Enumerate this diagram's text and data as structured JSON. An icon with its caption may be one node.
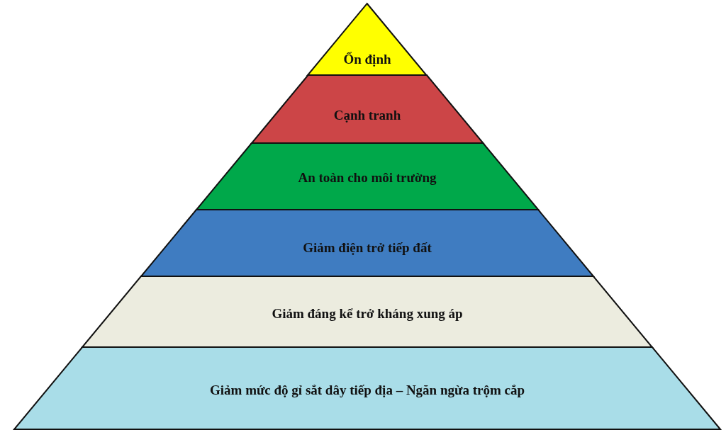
{
  "diagram": {
    "nodes": [
      {
        "text": [
          "Ổn định"
        ]
      },
      {
        "text": [
          "Cạnh tranh"
        ]
      },
      {
        "text": [
          "An toàn cho môi trường"
        ]
      },
      {
        "text": [
          "Giảm điện trở tiếp đất"
        ]
      },
      {
        "text": [
          "Giảm đáng kể trở kháng xung áp"
        ]
      },
      {
        "text": [
          "Giảm mức độ gỉ sắt dây tiếp địa – Ngăn ngừa trộm cắp"
        ]
      }
    ]
  }
}
